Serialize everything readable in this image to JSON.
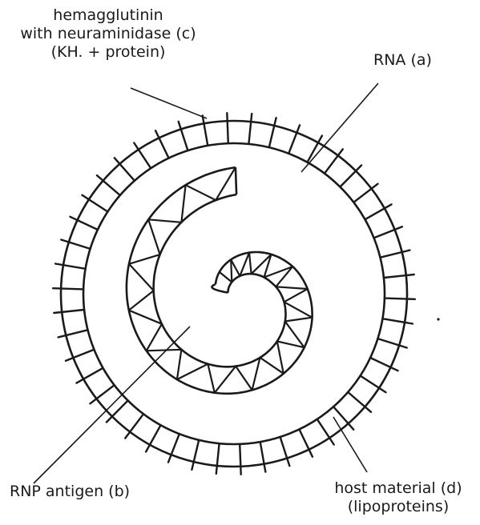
{
  "labels": {
    "hemagglutinin_line1": "hemagglutinin",
    "hemagglutinin_line2": "with neuraminidase (c)",
    "hemagglutinin_line3": "(KH. + protein)",
    "rna": "RNA (a)",
    "rnp": "RNP antigen (b)",
    "host_line1": "host material (d)",
    "host_line2": "(lipoproteins)"
  },
  "colors": {
    "ink": "#1a1a1a",
    "background": "#ffffff"
  }
}
